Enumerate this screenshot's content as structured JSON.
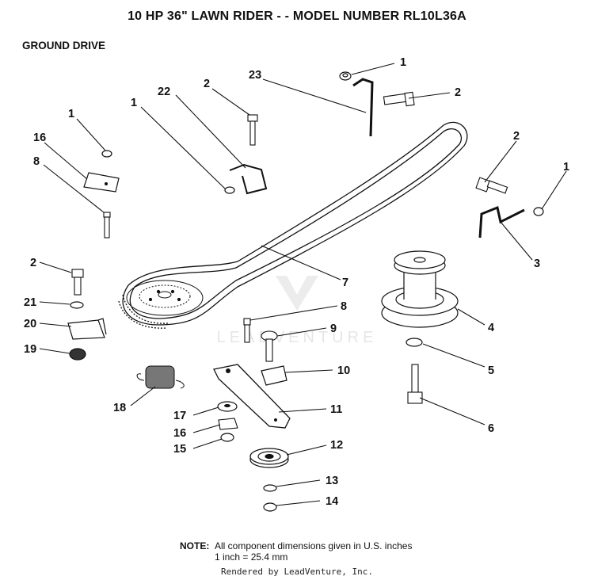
{
  "header": {
    "title": "10 HP 36\" LAWN RIDER - - MODEL NUMBER RL10L36A",
    "subtitle": "GROUND DRIVE"
  },
  "watermark": {
    "text": "LEADVENTURE"
  },
  "callouts": [
    "1",
    "2",
    "23",
    "1",
    "22",
    "2",
    "1",
    "16",
    "8",
    "2",
    "1",
    "3",
    "2",
    "21",
    "20",
    "19",
    "7",
    "8",
    "9",
    "4",
    "5",
    "10",
    "6",
    "18",
    "17",
    "11",
    "16",
    "15",
    "12",
    "13",
    "14"
  ],
  "note": {
    "label": "NOTE:",
    "line1": "All component dimensions given in U.S. inches",
    "line2": "1 inch = 25.4 mm"
  },
  "footer": {
    "text": "Rendered by LeadVenture, Inc."
  },
  "colors": {
    "ink": "#111111",
    "watermark": "#e6e6e6",
    "background": "#ffffff"
  }
}
